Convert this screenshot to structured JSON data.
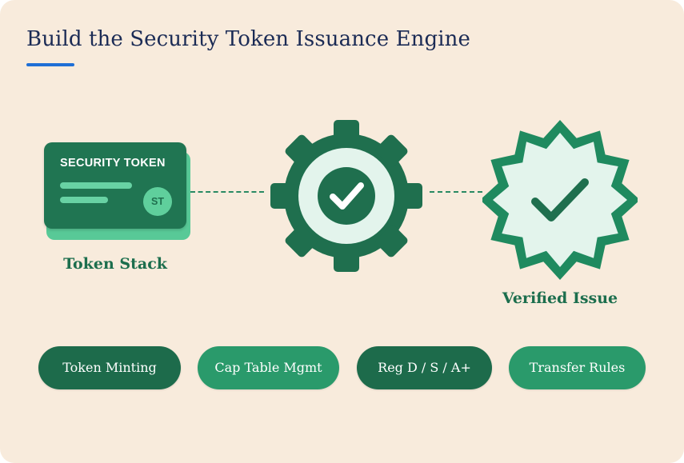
{
  "header": {
    "title": "Build the Security Token Issuance Engine"
  },
  "diagram": {
    "token_card": {
      "label": "SECURITY TOKEN",
      "badge": "ST",
      "caption": "Token Stack"
    },
    "gear": {
      "icon": "checkmark-icon"
    },
    "seal": {
      "icon": "checkmark-icon",
      "caption": "Verified Issue"
    }
  },
  "pills": [
    {
      "label": "Token Minting"
    },
    {
      "label": "Cap Table Mgmt"
    },
    {
      "label": "Reg D / S / A+"
    },
    {
      "label": "Transfer Rules"
    }
  ],
  "colors": {
    "background": "#f8ebdc",
    "title": "#1b2b55",
    "accent_blue": "#1f6fd6",
    "green_dark": "#1d6b4b",
    "green_mid": "#2a9a6b",
    "green_light": "#5fcf9c",
    "seal_fill": "#e3f4ec"
  }
}
